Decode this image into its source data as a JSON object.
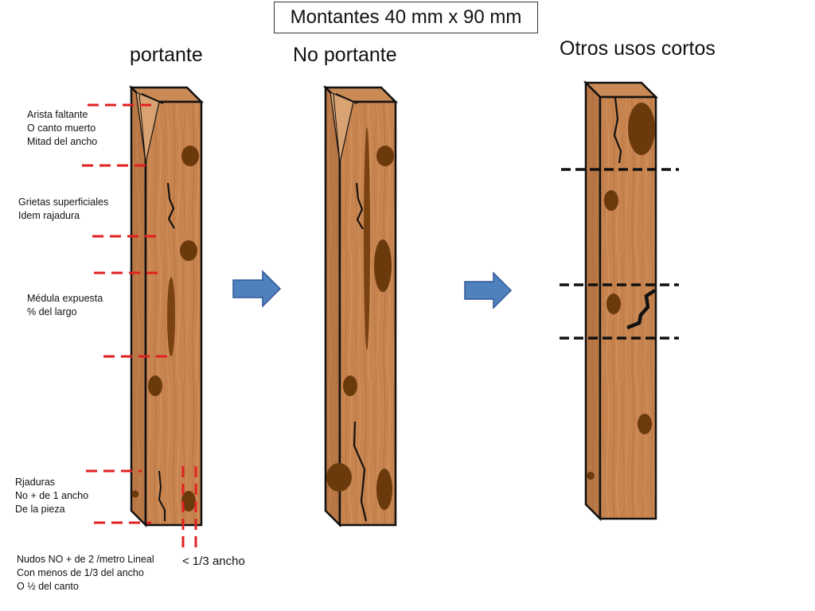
{
  "title": "Montantes 40 mm x 90 mm",
  "columns": {
    "portante": "portante",
    "no_portante": "No portante",
    "otros": "Otros usos cortos"
  },
  "notes": {
    "arista": [
      "Arista faltante",
      "O canto muerto",
      "Mitad del ancho"
    ],
    "grietas": [
      "Grietas superficiales",
      "Idem rajadura"
    ],
    "medula": [
      "Médula expuesta",
      "% del largo"
    ],
    "rajaduras": [
      "Rjaduras",
      "No + de 1 ancho",
      "De la pieza"
    ],
    "nudos": [
      "Nudos NO + de 2 /metro Lineal",
      "Con menos de 1/3 del ancho",
      "O ½ del canto"
    ]
  },
  "third_width": "< 1/3 ancho",
  "colors": {
    "wood": "#c8844e",
    "wood_side": "#b97746",
    "knot": "#6b3a0c",
    "marker_red": "#e02020",
    "arrow_blue": "#4f81bd",
    "cut_line": "#111111"
  },
  "icons": [
    "arrow-right-icon",
    "arrow-right-icon"
  ]
}
